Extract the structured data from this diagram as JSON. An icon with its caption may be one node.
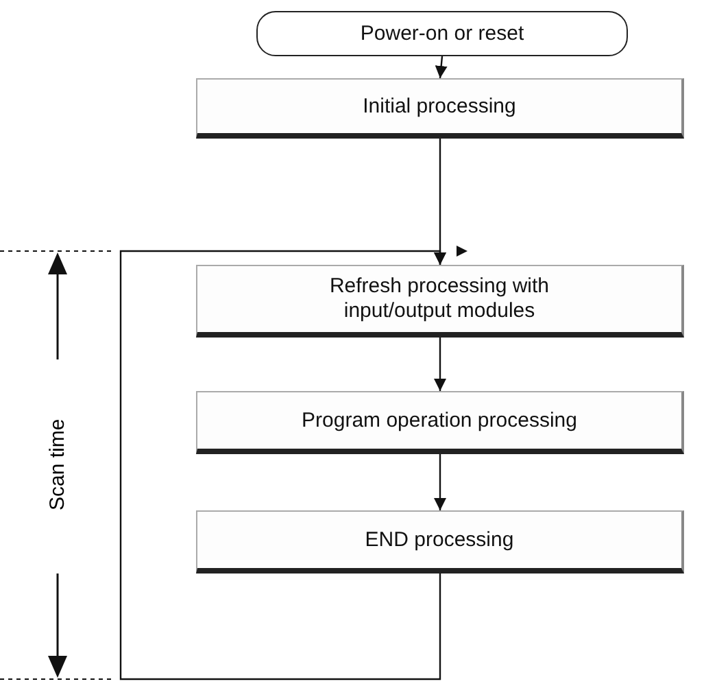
{
  "diagram": {
    "nodes": [
      {
        "text": [
          "Power-on or reset"
        ]
      },
      {
        "text": [
          "Initial processing"
        ]
      },
      {
        "text": [
          "Refresh processing with input/output modules"
        ]
      },
      {
        "text": [
          "Program operation processing"
        ]
      },
      {
        "text": [
          "END processing"
        ]
      }
    ],
    "edges": [
      {
        "from": 0,
        "to": 1,
        "arrow": "to"
      },
      {
        "from": 1,
        "to": 2,
        "arrow": "to"
      },
      {
        "from": 2,
        "to": 3,
        "arrow": "to"
      },
      {
        "from": 3,
        "to": 4,
        "arrow": "to"
      },
      {
        "from": 4,
        "to": 2,
        "arrow": "to"
      }
    ],
    "labels": [
      "Scan time"
    ]
  }
}
